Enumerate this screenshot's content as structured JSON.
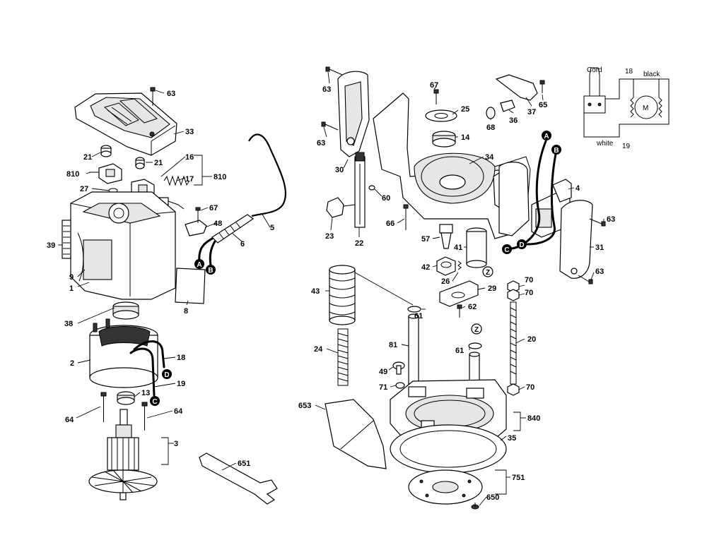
{
  "part_labels": {
    "p63a": "63",
    "p33": "33",
    "p21a": "21",
    "p21b": "21",
    "p16": "16",
    "p810a": "810",
    "p810b": "810",
    "p17": "17",
    "p27": "27",
    "p67a": "67",
    "p48": "48",
    "p5": "5",
    "p6": "6",
    "p39": "39",
    "p9": "9",
    "p1": "1",
    "p8": "8",
    "p38": "38",
    "p2": "2",
    "p18": "18",
    "p13": "13",
    "p19": "19",
    "p64a": "64",
    "p64b": "64",
    "p3": "3",
    "p651": "651",
    "p63b": "63",
    "p63c": "63",
    "p30": "30",
    "p67b": "67",
    "p25": "25",
    "p14": "14",
    "p68": "68",
    "p36": "36",
    "p37": "37",
    "p65": "65",
    "p34": "34",
    "p60": "60",
    "p23": "23",
    "p22": "22",
    "p66": "66",
    "p57": "57",
    "p41": "41",
    "p42": "42",
    "p4": "4",
    "p63d": "63",
    "p31": "31",
    "p63e": "63",
    "p26": "26",
    "p29": "29",
    "p43": "43",
    "p61a": "61",
    "p62": "62",
    "p81": "81",
    "p61b": "61",
    "p70a": "70",
    "p70b": "70",
    "p20": "20",
    "p24": "24",
    "p49": "49",
    "p71": "71",
    "p70c": "70",
    "p653": "653",
    "p840": "840",
    "p35": "35",
    "p751": "751",
    "p650": "650"
  },
  "markers": {
    "a1": "A",
    "b1": "B",
    "a2": "A",
    "b2": "B",
    "c1": "C",
    "d1": "D",
    "c2": "C",
    "d2": "D",
    "z1": "Z",
    "z2": "Z"
  },
  "wiring": {
    "cord": "Cord",
    "black": "black",
    "white": "white",
    "wire18": "18",
    "wire19": "19",
    "motor": "M"
  }
}
